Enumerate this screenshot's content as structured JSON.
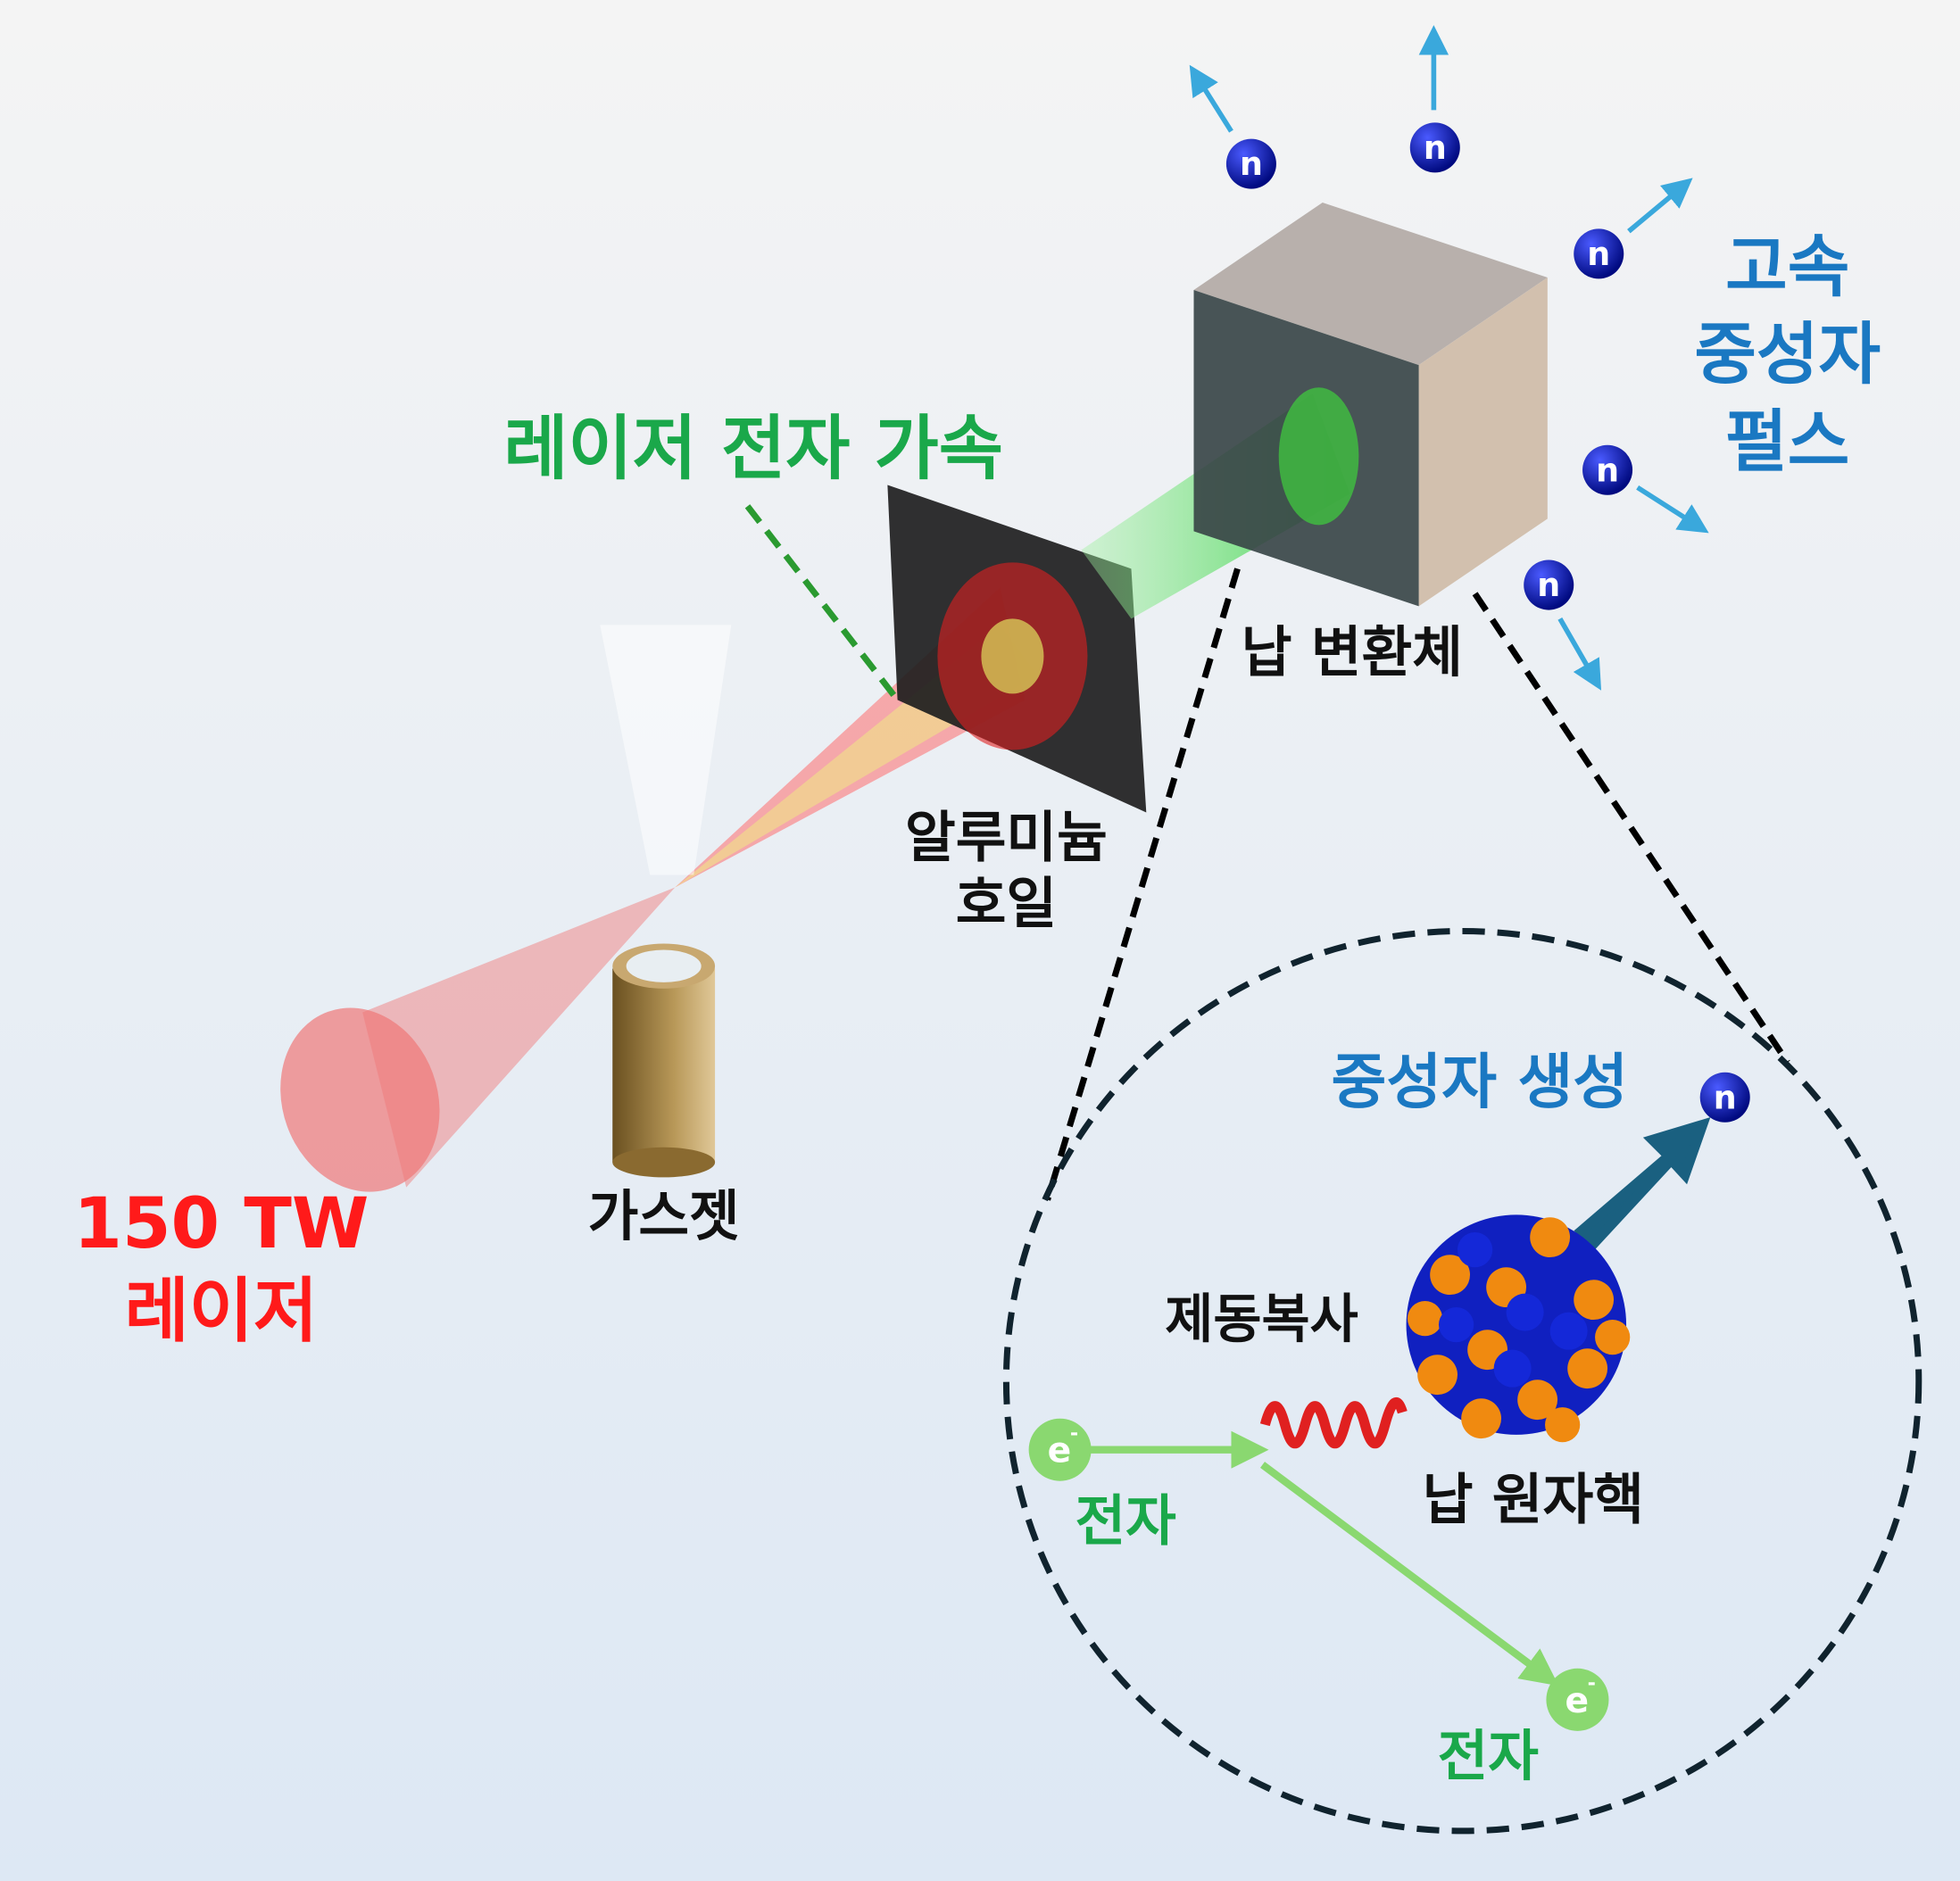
{
  "labels": {
    "laser_accel": "레이저 전자 가속",
    "fast_neutron_1": "고속",
    "fast_neutron_2": "중성자",
    "fast_neutron_3": "펄스",
    "lead_converter": "납 변환체",
    "al_foil_1": "알루미늄",
    "al_foil_2": "호일",
    "gas_jet": "가스젯",
    "laser_1": "150 TW",
    "laser_2": "레이저",
    "neutron_gen": "중성자 생성",
    "bremsstrahlung": "제동복사",
    "lead_nucleus": "납 원자핵",
    "electron_in": "전자",
    "electron_out": "전자"
  },
  "symbols": {
    "neutron": "n",
    "electron": "e",
    "electron_sup": "-"
  },
  "colors": {
    "green": "#1aa84a",
    "blue": "#1a78c2",
    "red": "#ff1a1a",
    "neutron": "#0a1ab8",
    "electron": "#8ad870",
    "arrow": "#3aa8dc",
    "nucleus_orange": "#f08a10",
    "nucleus_blue": "#1020c0"
  }
}
